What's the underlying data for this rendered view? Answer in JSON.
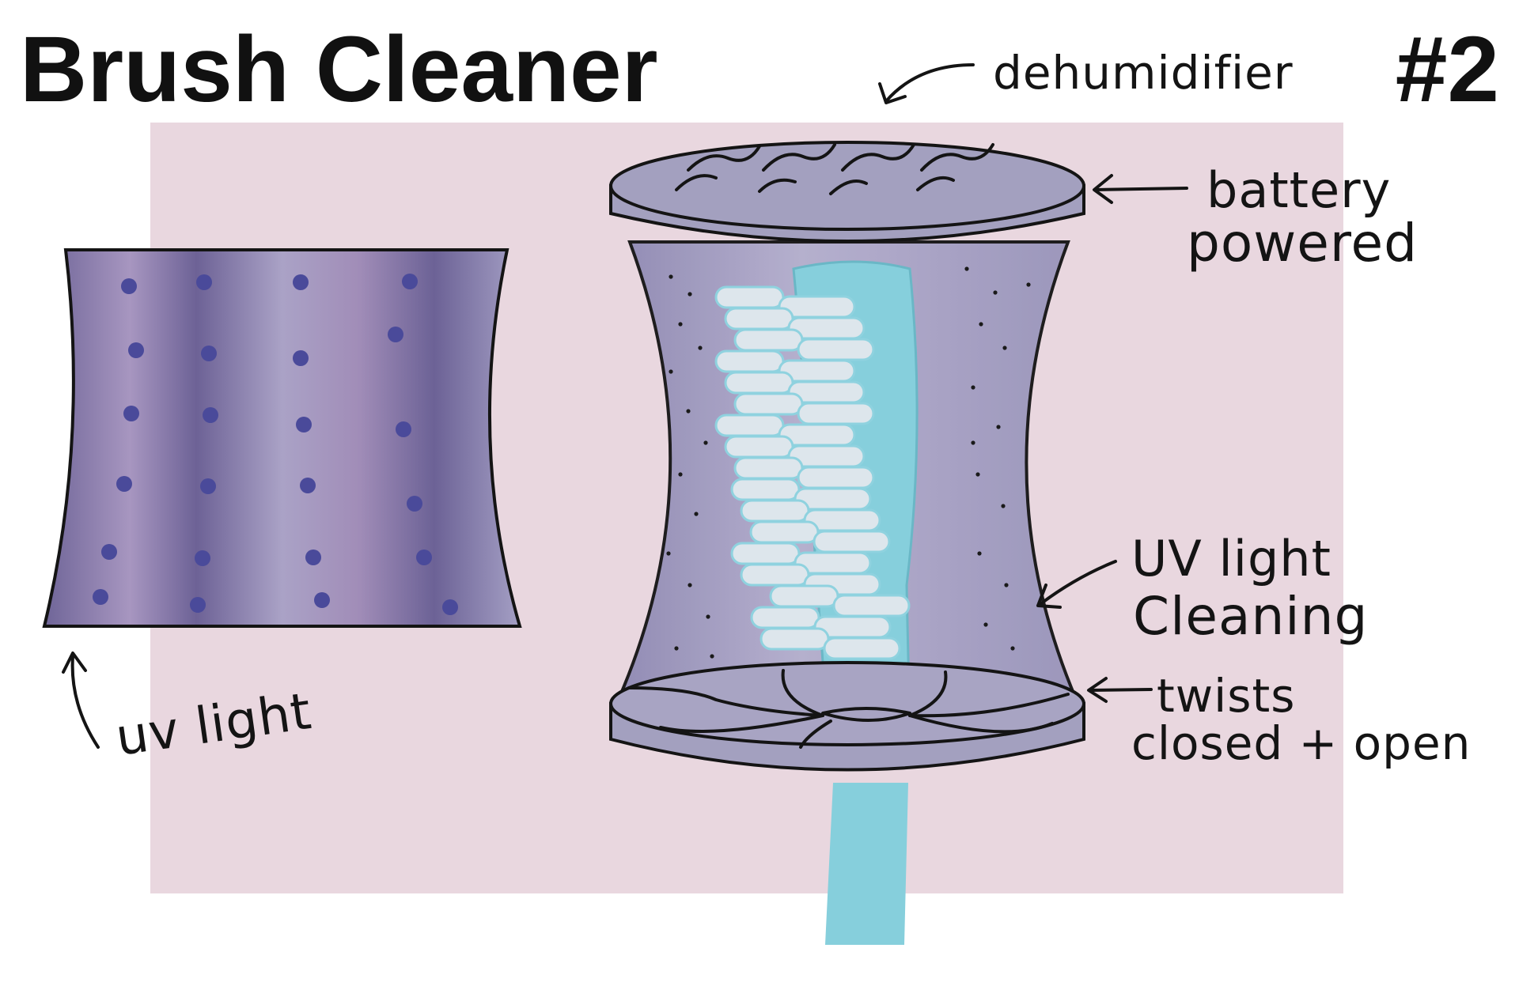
{
  "title": "Brush Cleaner",
  "number": "#2",
  "labels": {
    "dehumidifier": "dehumidifier",
    "battery_line1": "battery",
    "battery_line2": "powered",
    "uv_cleaning_line1": "UV light",
    "uv_cleaning_line2": "Cleaning",
    "twists_line1": "twists",
    "twists_line2": "closed + open",
    "uv_light": "uv light"
  },
  "colors": {
    "background_panel": "#e9d7df",
    "device_purple": "#a3a0bf",
    "uv_panel_dark": "#6e6497",
    "uv_panel_light": "#b8a7c9",
    "uv_dot": "#4a4a9a",
    "toothbrush": "#86cfdc",
    "bristle": "#dde6ec"
  }
}
